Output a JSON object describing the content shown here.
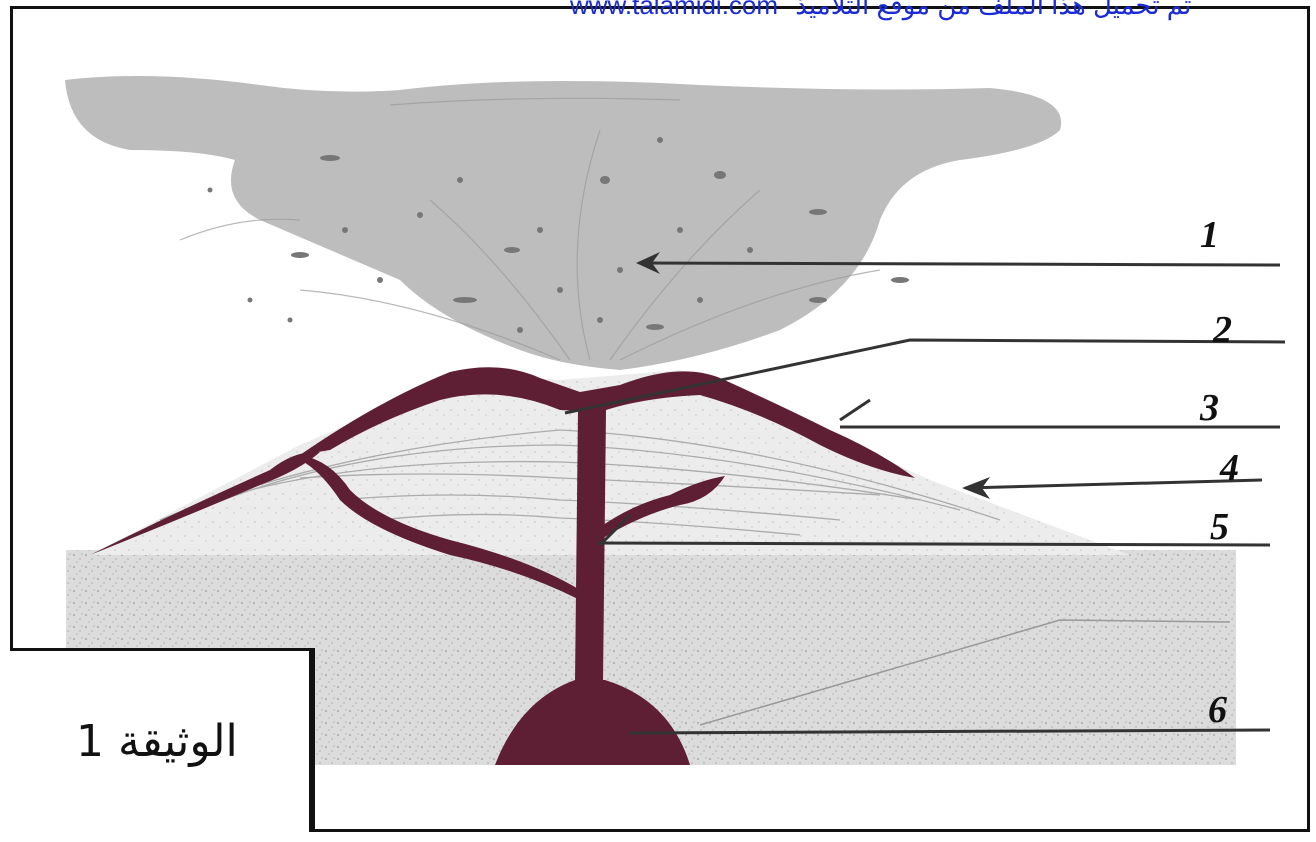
{
  "header": {
    "arabic_text": "تم تحميل هذا الملف من موقع التلاميذ",
    "url": "www.talamidi.com"
  },
  "labels": [
    "1",
    "2",
    "3",
    "4",
    "5",
    "6"
  ],
  "caption": "الوثيقة 1",
  "colors": {
    "magma": "#5e1f34",
    "ash_cloud": "#b9b9b9",
    "cone": "#e3e3e3",
    "ground": "#d6d6d6",
    "link": "#1a2bd6"
  }
}
